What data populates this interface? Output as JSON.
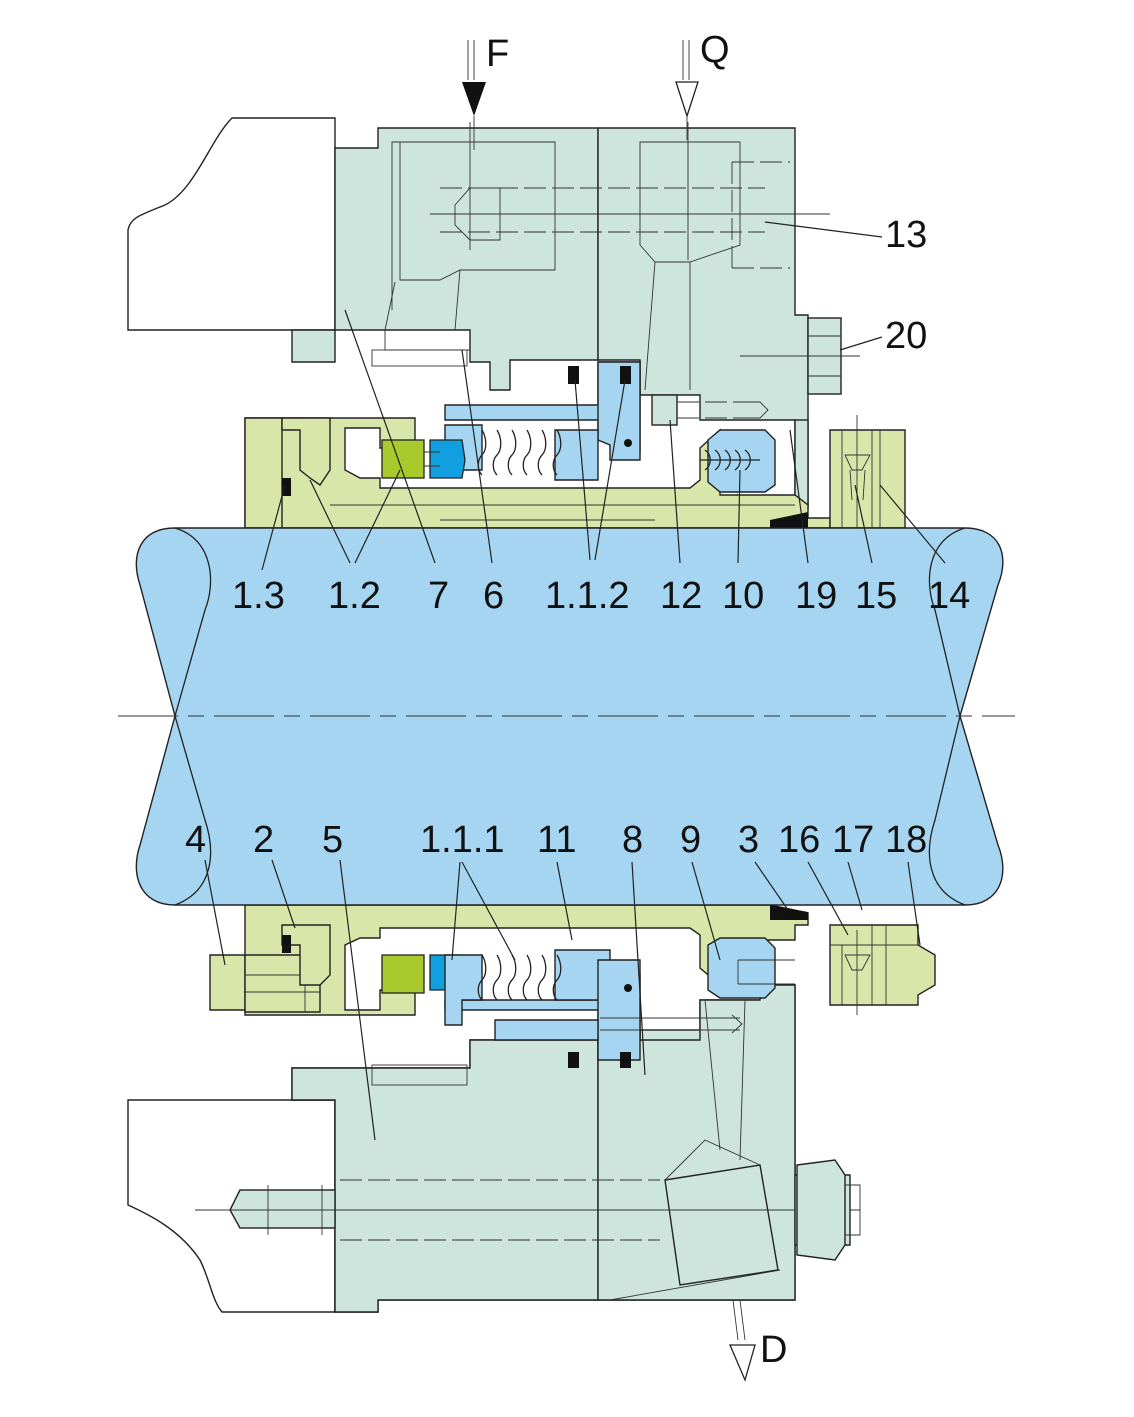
{
  "diagram": {
    "flow_labels": {
      "flush_in": "F",
      "quench_in": "Q",
      "drain_out": "D"
    },
    "part_labels_top": [
      "1.3",
      "1.2",
      "7",
      "6",
      "1.1.2",
      "12",
      "10",
      "19",
      "15",
      "14"
    ],
    "part_labels_right": [
      "13",
      "20"
    ],
    "part_labels_bottom": [
      "4",
      "2",
      "5",
      "1.1.1",
      "11",
      "8",
      "9",
      "3",
      "16",
      "17",
      "18"
    ]
  },
  "colors": {
    "shaft": "#a6d5f1",
    "housing": "#cde5dd",
    "gland": "#d8e6a9",
    "rotating_ring": "#119fe0",
    "stationary_ring": "#a9c92d",
    "o_ring": "#111111"
  }
}
